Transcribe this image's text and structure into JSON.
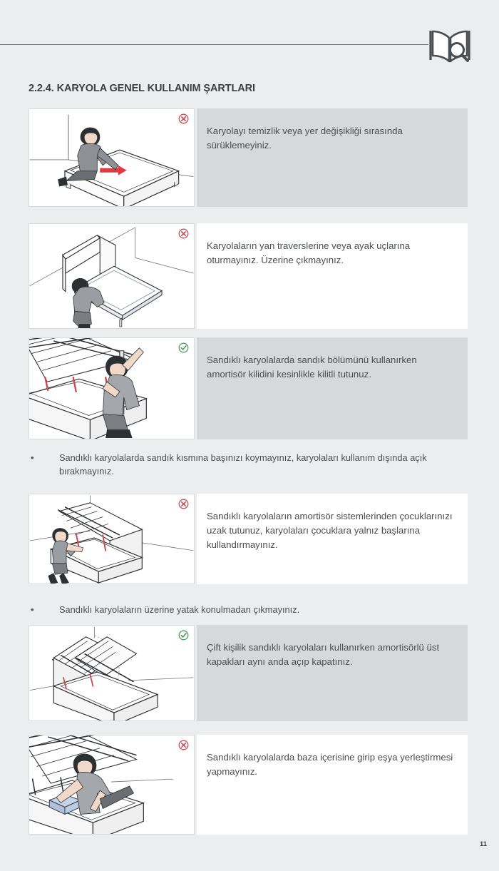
{
  "document": {
    "page_number": "11",
    "section_title": "2.2.4. KARYOLA GENEL KULLANIM ŞARTLARI",
    "header_icon": "open-book-with-magnifier-icon"
  },
  "colors": {
    "page_background": "#ecedef",
    "text_panel_grey": "#d7d8da",
    "text_panel_white": "#ffffff",
    "body_text": "#4a4e52",
    "title_text": "#3b3f43",
    "rule": "#6e7276",
    "forbidden_marker": "#c94a52",
    "allowed_marker": "#4f9e5a",
    "arrow_red": "#e0393e"
  },
  "blocks": [
    {
      "id": "block-drag-bed",
      "marker": "forbidden",
      "marker_icon": "circled-x-icon",
      "panel_style": "grey",
      "text": "Karyolayı temizlik veya yer değişikliği sırasında sürüklemeyiniz.",
      "illustration": "person-dragging-bed-base"
    },
    {
      "id": "block-sit-on-rails",
      "marker": "forbidden",
      "marker_icon": "circled-x-icon",
      "panel_style": "white",
      "text": "Karyolaların yan traverslerine veya ayak uçlarına oturmayınız. Üzerine çıkmayınız.",
      "illustration": "person-sitting-on-bed-frame-rail"
    },
    {
      "id": "block-gas-lock",
      "marker": "allowed",
      "marker_icon": "circled-check-icon",
      "panel_style": "grey",
      "text": "Sandıklı karyolalarda sandık bölümünü kullanırken amortisör kilidini kesinlikle kilitli tutunuz.",
      "illustration": "person-locking-gas-piston"
    },
    {
      "id": "block-children-piston",
      "marker": "forbidden",
      "marker_icon": "circled-x-icon",
      "panel_style": "white",
      "text": "Sandıklı karyolaların amortisör sistemlerinden çocuklarınızı uzak tutunuz, karyolaları çocuklara yalnız başlarına kullandırmayınız.",
      "illustration": "child-near-open-storage-bed"
    },
    {
      "id": "block-double-lid",
      "marker": "allowed",
      "marker_icon": "circled-check-icon",
      "panel_style": "grey",
      "text": "Çift kişilik sandıklı karyolaları kullanırken amortisörlü üst kapakları aynı anda açıp kapatınız.",
      "illustration": "double-bed-lids-opening-together"
    },
    {
      "id": "block-enter-base",
      "marker": "forbidden",
      "marker_icon": "circled-x-icon",
      "panel_style": "white",
      "text": "Sandıklı karyolalarda baza içerisine girip eşya yerleştirmesi yapmayınız.",
      "illustration": "person-leaning-into-storage-base"
    }
  ],
  "bullets": [
    {
      "id": "bullet-no-head-in-storage",
      "marker": "•",
      "text": "Sandıklı karyolalarda sandık kısmına başınızı koymayınız, karyolaları kullanım dışında açık bırakmayınız."
    },
    {
      "id": "bullet-no-climb-without-mattress",
      "marker": "•",
      "text": "Sandıklı karyolaların üzerine yatak konulmadan çıkmayınız."
    }
  ]
}
